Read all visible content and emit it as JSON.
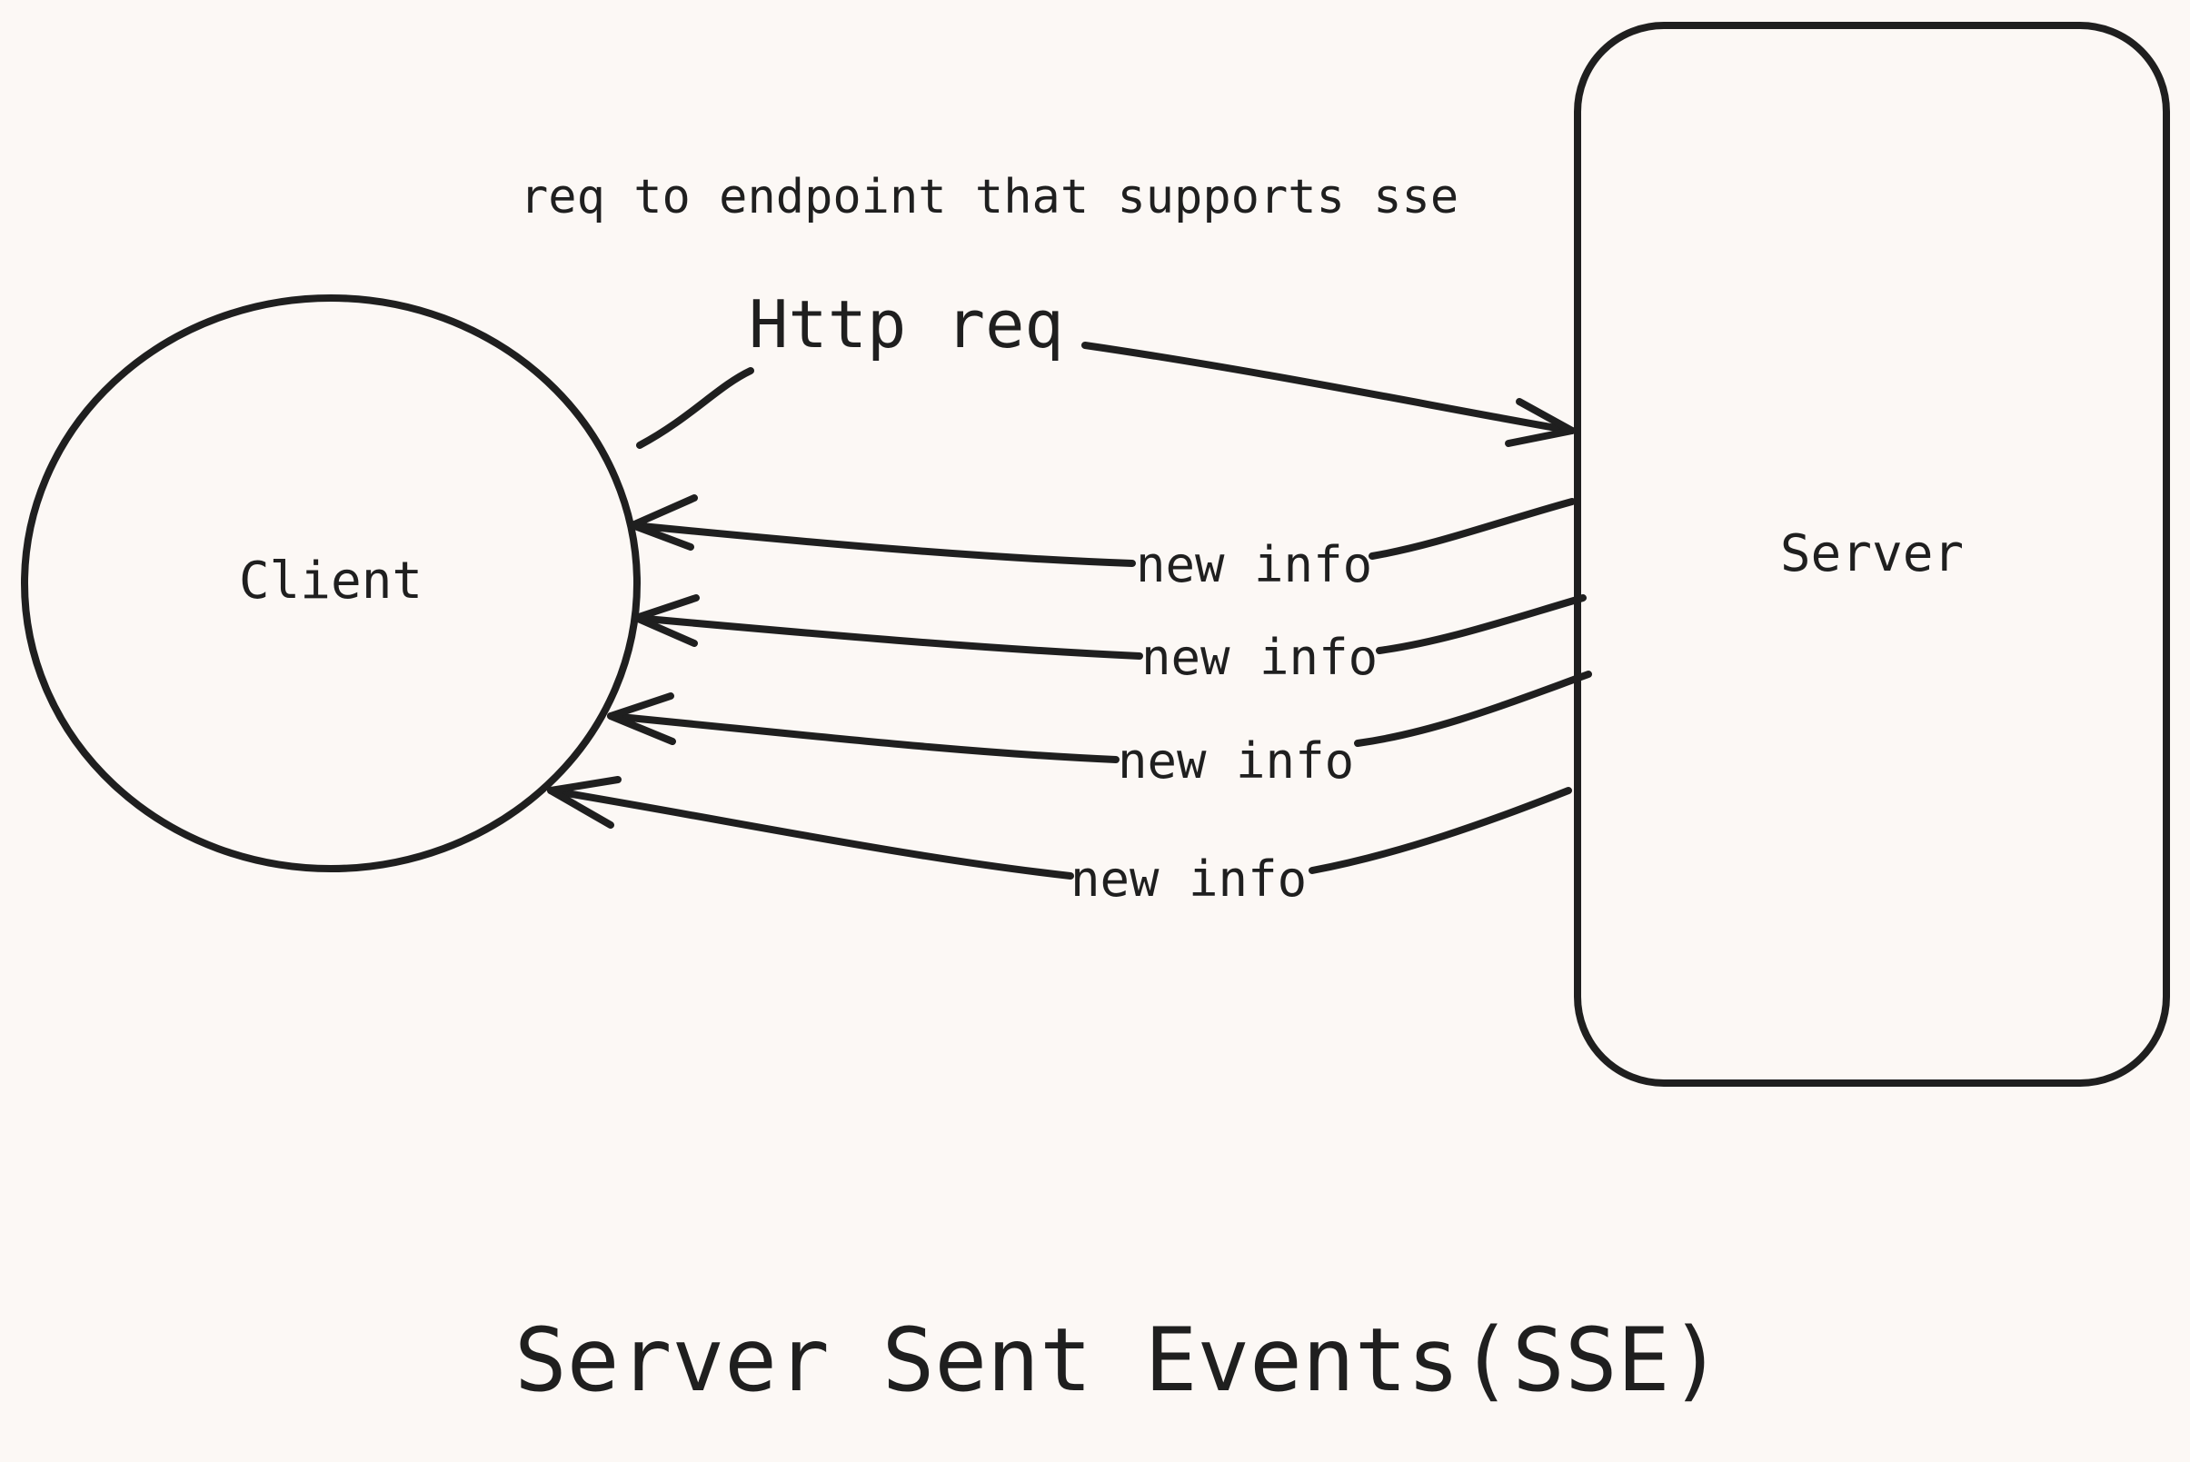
{
  "diagram": {
    "title": "Server Sent Events(SSE)",
    "nodes": {
      "client": {
        "label": "Client"
      },
      "server": {
        "label": "Server"
      }
    },
    "annotation": "req to endpoint that supports sse",
    "request": {
      "label": "Http req"
    },
    "responses": [
      {
        "label": "new info"
      },
      {
        "label": "new info"
      },
      {
        "label": "new info"
      },
      {
        "label": "new info"
      }
    ]
  },
  "colors": {
    "background": "#fcf8f5",
    "ink": "#1f1f1f"
  }
}
